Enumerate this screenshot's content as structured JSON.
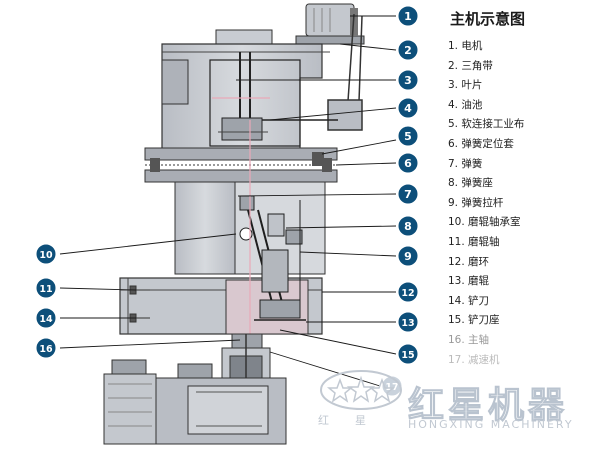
{
  "title": "主机示意图",
  "parts": [
    {
      "num": "1",
      "label": "1. 电机"
    },
    {
      "num": "2",
      "label": "2. 三角带"
    },
    {
      "num": "3",
      "label": "3. 叶片"
    },
    {
      "num": "4",
      "label": "4. 油池"
    },
    {
      "num": "5",
      "label": "5. 软连接工业布"
    },
    {
      "num": "6",
      "label": "6. 弹簧定位套"
    },
    {
      "num": "7",
      "label": "7. 弹簧"
    },
    {
      "num": "8",
      "label": "8. 弹簧座"
    },
    {
      "num": "9",
      "label": "9. 弹簧拉杆"
    },
    {
      "num": "10",
      "label": "10. 磨辊轴承室"
    },
    {
      "num": "11",
      "label": "11. 磨辊轴"
    },
    {
      "num": "12",
      "label": "12. 磨环"
    },
    {
      "num": "13",
      "label": "13. 磨辊"
    },
    {
      "num": "14",
      "label": "14. 铲刀"
    },
    {
      "num": "15",
      "label": "15. 铲刀座"
    },
    {
      "num": "16",
      "label": "16. 主轴"
    },
    {
      "num": "17",
      "label": "17. 减速机"
    }
  ],
  "watermark": {
    "brand": "红星机器",
    "sub": "HONGXING MACHINERY",
    "hanzi": "红星"
  },
  "colors": {
    "machine": "#c8ccd2",
    "outline": "#2b2b2b",
    "badge": "#0d4f7a",
    "pink": "#e9a9b8"
  }
}
